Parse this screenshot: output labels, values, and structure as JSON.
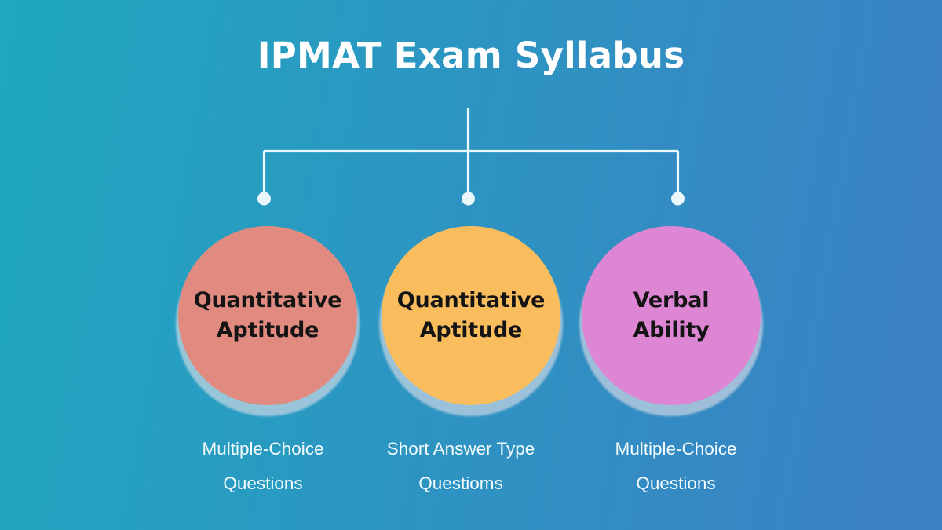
{
  "title": "IPMAT Exam Syllabus",
  "theme": {
    "bg_left": "#1fa8c0",
    "bg_right": "#3c7fc4",
    "title_color": "#ffffff",
    "connector_color": "#eaf7fb",
    "caption_color": "#f2fbfd",
    "node_text_color": "#141414"
  },
  "nodes": [
    {
      "label": "Quantitative\nAptitude",
      "color": "#e08a80",
      "caption": "Multiple-Choice\nQuestions"
    },
    {
      "label": "Quantitative\nAptitude",
      "color": "#f9bd5e",
      "caption": "Short Answer Type\nQuestioms"
    },
    {
      "label": "Verbal\nAbility",
      "color": "#dd86d3",
      "caption": "Multiple-Choice\nQuestions"
    }
  ]
}
